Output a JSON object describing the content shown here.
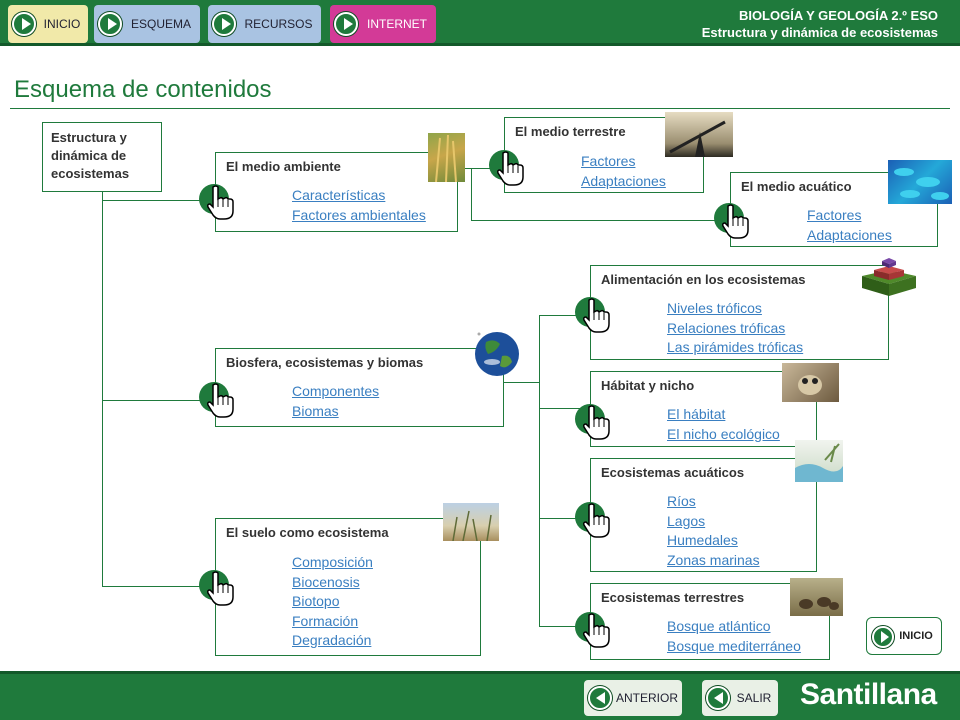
{
  "nav": {
    "inicio": "INICIO",
    "esquema": "ESQUEMA",
    "recursos": "RECURSOS",
    "internet": "INTERNET"
  },
  "header": {
    "line1": "BIOLOGÍA Y GEOLOGÍA 2.º ESO",
    "line2": "Estructura y dinámica de ecosistemas"
  },
  "page_title": "Esquema de contenidos",
  "root": "Estructura y dinámica de ecosistemas",
  "boxes": {
    "medio_ambiente": {
      "title": "El medio ambiente",
      "links": [
        "Características",
        "Factores ambientales"
      ]
    },
    "medio_terrestre": {
      "title": "El medio terrestre",
      "links": [
        "Factores",
        "Adaptaciones"
      ]
    },
    "medio_acuatico": {
      "title": "El medio acuático",
      "links": [
        "Factores",
        "Adaptaciones"
      ]
    },
    "biosfera": {
      "title": "Biosfera, ecosistemas y biomas",
      "links": [
        "Componentes",
        "Biomas"
      ]
    },
    "alimentacion": {
      "title": "Alimentación en los ecosistemas",
      "links": [
        "Niveles tróficos",
        "Relaciones tróficas",
        "Las pirámides tróficas"
      ]
    },
    "habitat": {
      "title": "Hábitat y nicho",
      "links": [
        "El hábitat",
        "El nicho ecológico"
      ]
    },
    "eco_acuaticos": {
      "title": "Ecosistemas acuáticos",
      "links": [
        "Ríos",
        "Lagos",
        "Humedales",
        "Zonas marinas"
      ]
    },
    "eco_terrestres": {
      "title": "Ecosistemas terrestres",
      "links": [
        "Bosque atlántico",
        "Bosque mediterráneo"
      ]
    },
    "suelo": {
      "title": "El suelo como ecosistema",
      "links": [
        "Composición",
        "Biocenosis",
        "Biotopo",
        "Formación",
        "Degradación"
      ]
    }
  },
  "footer": {
    "inicio": "INICIO",
    "anterior": "ANTERIOR",
    "salir": "SALIR",
    "brand": "Santillana"
  },
  "colors": {
    "brand_green": "#1f7a3c",
    "link_blue": "#3a7fc1",
    "internet_pink": "#d33a97"
  }
}
